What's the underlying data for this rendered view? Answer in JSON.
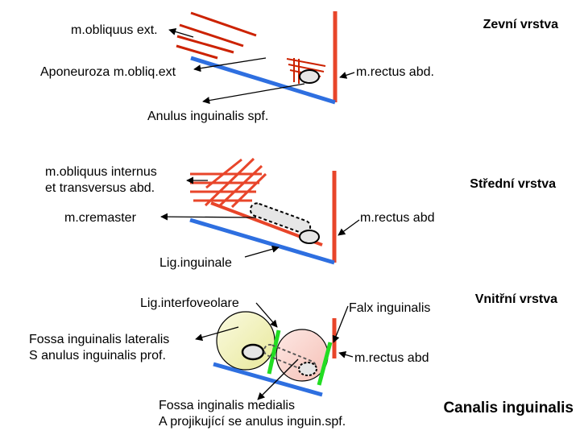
{
  "panel1": {
    "title": "Zevní vrstva",
    "label_obliquus_ext": "m.obliquus ext.",
    "label_aponeuroza": "Aponeuroza m.obliq.ext",
    "label_rectus": "m.rectus abd.",
    "label_anulus": "Anulus inguinalis spf."
  },
  "panel2": {
    "title": "Střední vrstva",
    "label_obliquus_int_1": "m.obliquus internus",
    "label_obliquus_int_2": "et transversus abd.",
    "label_cremaster": "m.cremaster",
    "label_rectus": "m.rectus abd",
    "label_lig_inguinale": "Lig.inguinale"
  },
  "panel3": {
    "title": "Vnitřní vrstva",
    "label_interfoveolare": "Lig.interfoveolare",
    "label_falx": "Falx inguinalis",
    "label_fossa_lat_1": "Fossa inguinalis lateralis",
    "label_fossa_lat_2": "S anulus inguinalis prof.",
    "label_rectus": "m.rectus abd",
    "label_fossa_med_1": "Fossa inginalis medialis",
    "label_fossa_med_2": "A projikující se anulus inguin.spf.",
    "caption": "Canalis inguinalis"
  },
  "colors": {
    "muscle_red": "#e8452a",
    "ligament_blue": "#2e6fe0",
    "interfoveolar_green": "#22dd22",
    "fossa_lateral_fill": "#f4f4c0",
    "fossa_medial_fill": "#fbd9d4",
    "ring_fill": "#e6e6e6"
  }
}
